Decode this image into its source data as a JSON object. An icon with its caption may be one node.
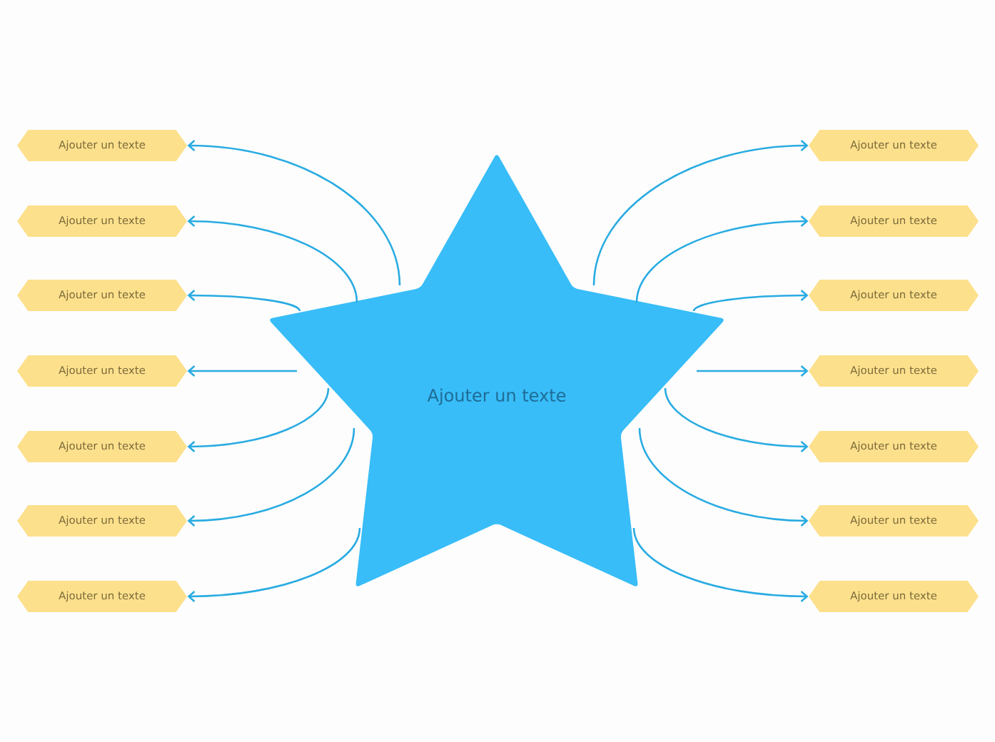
{
  "diagram": {
    "nodes": [
      {
        "text": [
          "Ajouter un texte"
        ]
      },
      {
        "text": [
          "Ajouter un texte"
        ]
      },
      {
        "text": [
          "Ajouter un texte"
        ]
      },
      {
        "text": [
          "Ajouter un texte"
        ]
      },
      {
        "text": [
          "Ajouter un texte"
        ]
      },
      {
        "text": [
          "Ajouter un texte"
        ]
      },
      {
        "text": [
          "Ajouter un texte"
        ]
      },
      {
        "text": [
          "Ajouter un texte"
        ]
      },
      {
        "text": [
          "Ajouter un texte"
        ]
      },
      {
        "text": [
          "Ajouter un texte"
        ]
      },
      {
        "text": [
          "Ajouter un texte"
        ]
      },
      {
        "text": [
          "Ajouter un texte"
        ]
      },
      {
        "text": [
          "Ajouter un texte"
        ]
      },
      {
        "text": [
          "Ajouter un texte"
        ]
      },
      {
        "text": [
          "Ajouter un texte"
        ]
      }
    ],
    "edges": [
      {
        "from": 0,
        "to": 1,
        "arrow": "to"
      },
      {
        "from": 0,
        "to": 2,
        "arrow": "to"
      },
      {
        "from": 0,
        "to": 3,
        "arrow": "to"
      },
      {
        "from": 0,
        "to": 4,
        "arrow": "to"
      },
      {
        "from": 0,
        "to": 5,
        "arrow": "to"
      },
      {
        "from": 0,
        "to": 6,
        "arrow": "to"
      },
      {
        "from": 0,
        "to": 7,
        "arrow": "to"
      },
      {
        "from": 0,
        "to": 8,
        "arrow": "to"
      },
      {
        "from": 0,
        "to": 9,
        "arrow": "to"
      },
      {
        "from": 0,
        "to": 10,
        "arrow": "to"
      },
      {
        "from": 0,
        "to": 11,
        "arrow": "to"
      },
      {
        "from": 0,
        "to": 12,
        "arrow": "to"
      },
      {
        "from": 0,
        "to": 13,
        "arrow": "to"
      },
      {
        "from": 0,
        "to": 14,
        "arrow": "to"
      }
    ]
  }
}
